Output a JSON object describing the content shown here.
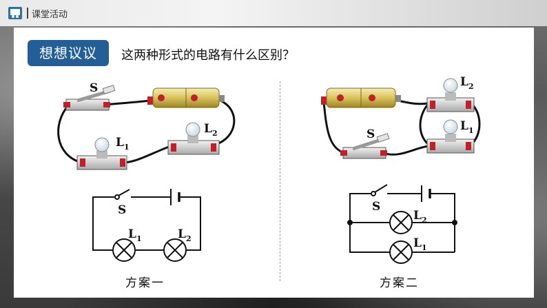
{
  "header": {
    "title": "课堂活动",
    "logo_icon": "presentation-icon"
  },
  "tag": {
    "label": "想想议议",
    "color": "#235f96"
  },
  "question": "这两种形式的电路有什么区别？",
  "plan1": {
    "label": "方案一",
    "switch_label": "S",
    "lamp1": {
      "main": "L",
      "sub": "1"
    },
    "lamp2": {
      "main": "L",
      "sub": "2"
    }
  },
  "plan2": {
    "label": "方案二",
    "switch_label": "S",
    "lamp1": {
      "main": "L",
      "sub": "1"
    },
    "lamp2": {
      "main": "L",
      "sub": "2"
    }
  }
}
